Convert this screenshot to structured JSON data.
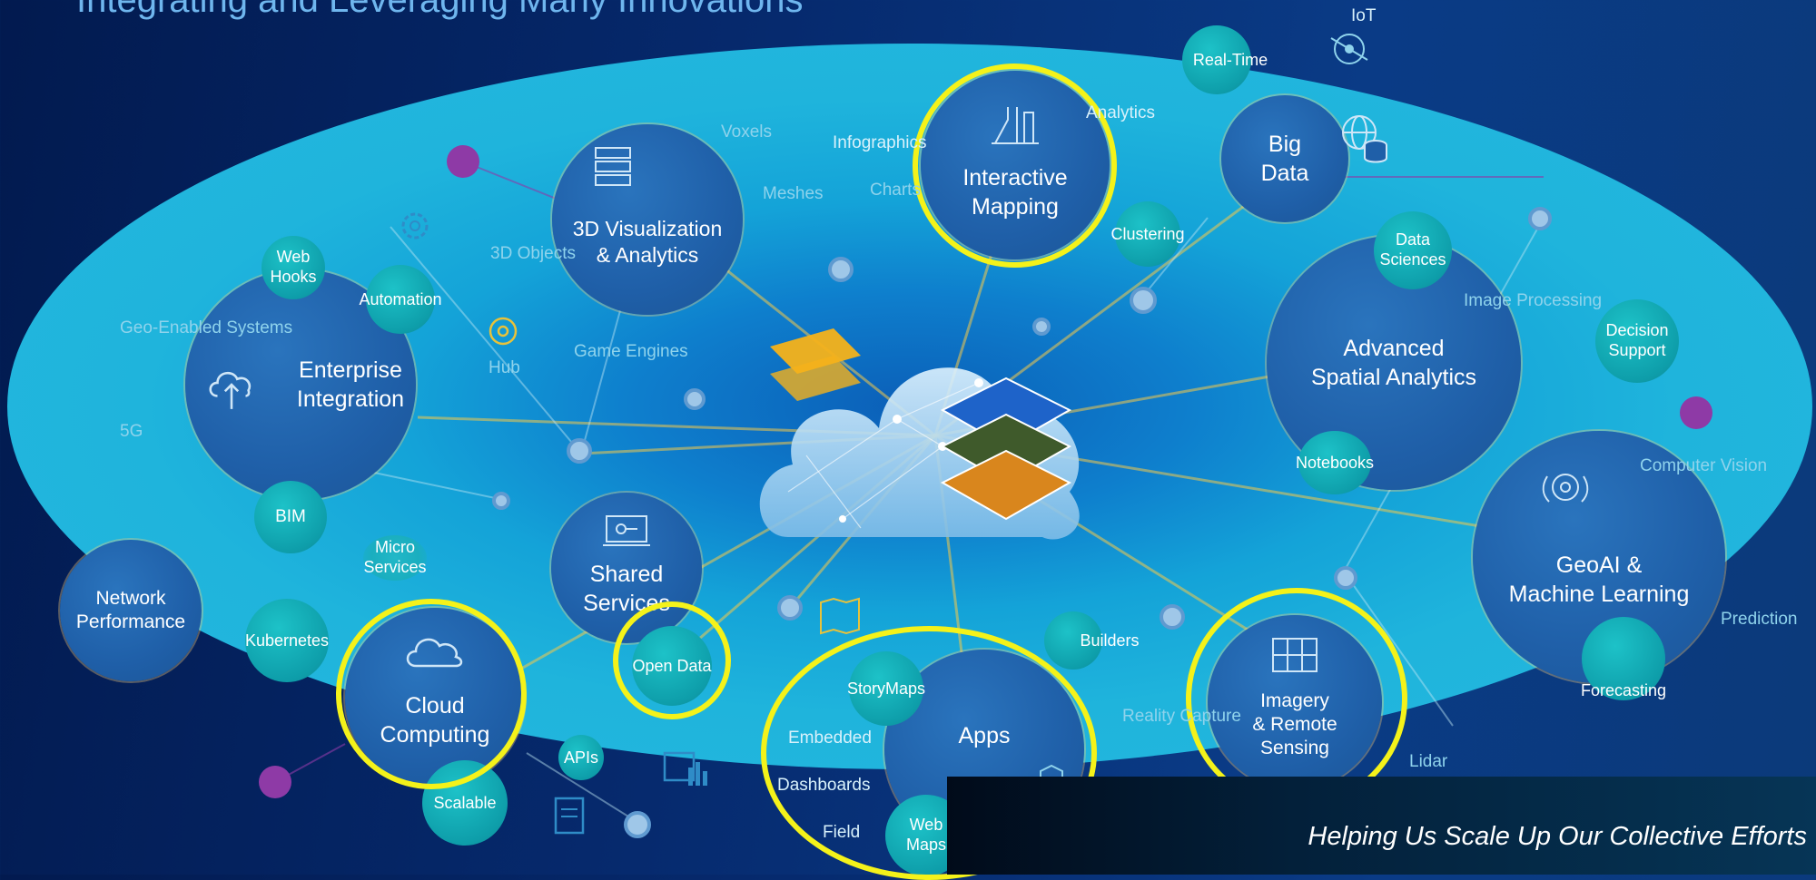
{
  "title": "Integrating and Leveraging Many Innovations",
  "tagline": "Helping Us Scale Up Our Collective Efforts",
  "colors": {
    "highlight_ring": "#f4f21a",
    "ellipse": "#1fb4dc",
    "background": "#062a6e",
    "purple_dot": "#8e3aa6"
  },
  "main_circles": {
    "enterprise_integration": "Enterprise\nIntegration",
    "visualization": "3D Visualization\n& Analytics",
    "interactive_mapping": "Interactive\nMapping",
    "big_data": "Big\nData",
    "advanced_spatial": "Advanced\nSpatial Analytics",
    "geoai": "GeoAI &\nMachine Learning",
    "shared_services": "Shared\nServices",
    "cloud_computing": "Cloud\nComputing",
    "apps": "Apps",
    "imagery": "Imagery\n& Remote\nSensing",
    "network": "Network\nPerformance"
  },
  "teal_circles": {
    "web_hooks": "Web\nHooks",
    "automation": "Automation",
    "bim": "BIM",
    "micro_services": "Micro\nServices",
    "kubernetes": "Kubernetes",
    "scalable": "Scalable",
    "apis": "APIs",
    "open_data": "Open Data",
    "storymaps": "StoryMaps",
    "web_maps": "Web\nMaps",
    "builders": "Builders",
    "clustering": "Clustering",
    "data_sciences": "Data\nSciences",
    "decision_support": "Decision\nSupport",
    "notebooks": "Notebooks",
    "forecasting": "Forecasting",
    "real_time": "Real-Time"
  },
  "labels": {
    "iot": "IoT",
    "analytics": "Analytics",
    "voxels": "Voxels",
    "infographics": "Infographics",
    "meshes": "Meshes",
    "charts": "Charts",
    "objects": "3D\nObjects",
    "geo_enabled": "Geo-Enabled\nSystems",
    "hub": "Hub",
    "game_engines": "Game\nEngines",
    "five_g": "5G",
    "image_processing": "Image\nProcessing",
    "computer_vision": "Computer\nVision",
    "prediction": "Prediction",
    "embedded": "Embedded",
    "dashboards": "Dashboards",
    "field": "Field",
    "reality_capture": "Reality\nCapture",
    "lidar": "Lidar"
  },
  "icons": [
    "cloud-upload-icon",
    "server-icon",
    "lab-flask-icon",
    "globe-database-icon",
    "gear-icon",
    "hub-icon",
    "screen-key-icon",
    "cloud-icon",
    "map-book-icon",
    "grid-image-icon",
    "brain-chip-icon",
    "shield-icon",
    "satellite-icon",
    "document-icon",
    "chart-icon"
  ]
}
